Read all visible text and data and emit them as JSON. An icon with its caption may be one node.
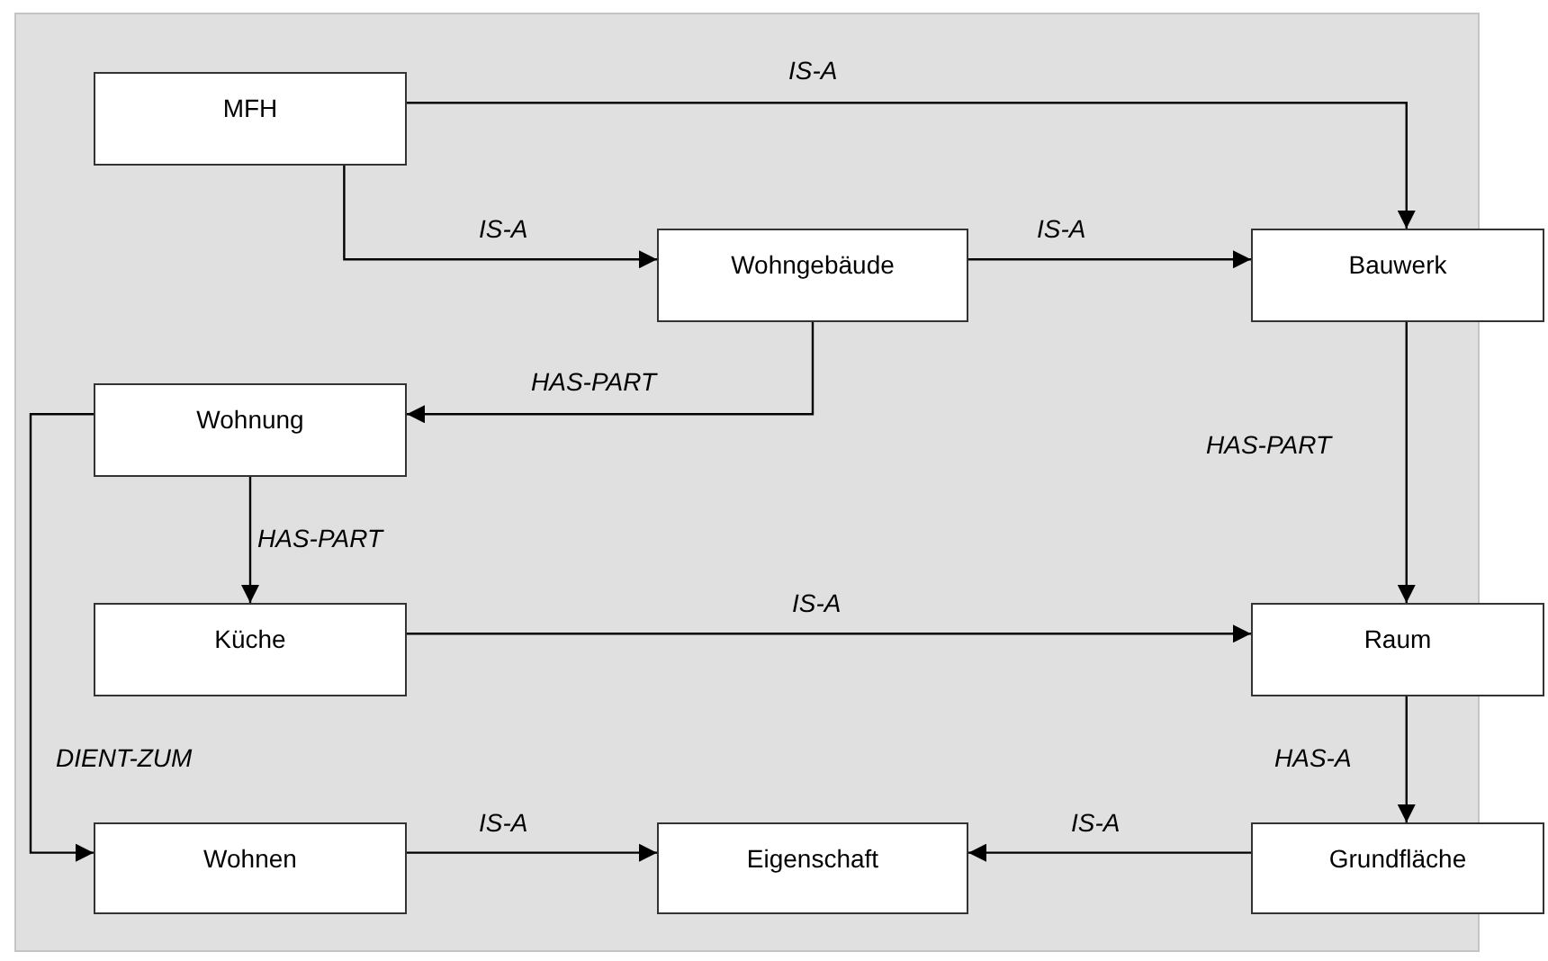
{
  "diagram": {
    "nodes": [
      {
        "text": [
          "MFH"
        ]
      },
      {
        "text": [
          "Wohngebäude"
        ]
      },
      {
        "text": [
          "Bauwerk"
        ]
      },
      {
        "text": [
          "Wohnung"
        ]
      },
      {
        "text": [
          "Küche"
        ]
      },
      {
        "text": [
          "Raum"
        ]
      },
      {
        "text": [
          "Wohnen"
        ]
      },
      {
        "text": [
          "Eigenschaft"
        ]
      },
      {
        "text": [
          "Grundfläche"
        ]
      }
    ],
    "edges": [
      {
        "from": 0,
        "to": 2,
        "arrow": "to",
        "label": "IS-A"
      },
      {
        "from": 0,
        "to": 1,
        "arrow": "to",
        "label": "IS-A"
      },
      {
        "from": 1,
        "to": 2,
        "arrow": "to",
        "label": "IS-A"
      },
      {
        "from": 1,
        "to": 3,
        "arrow": "to",
        "label": "HAS-PART"
      },
      {
        "from": 2,
        "to": 5,
        "arrow": "to",
        "label": "HAS-PART"
      },
      {
        "from": 3,
        "to": 4,
        "arrow": "to",
        "label": "HAS-PART"
      },
      {
        "from": 4,
        "to": 5,
        "arrow": "to",
        "label": "IS-A"
      },
      {
        "from": 3,
        "to": 6,
        "arrow": "to",
        "label": "DIENT-ZUM"
      },
      {
        "from": 5,
        "to": 8,
        "arrow": "to",
        "label": "HAS-A"
      },
      {
        "from": 6,
        "to": 7,
        "arrow": "to",
        "label": "IS-A"
      },
      {
        "from": 8,
        "to": 7,
        "arrow": "to",
        "label": "IS-A"
      }
    ]
  }
}
